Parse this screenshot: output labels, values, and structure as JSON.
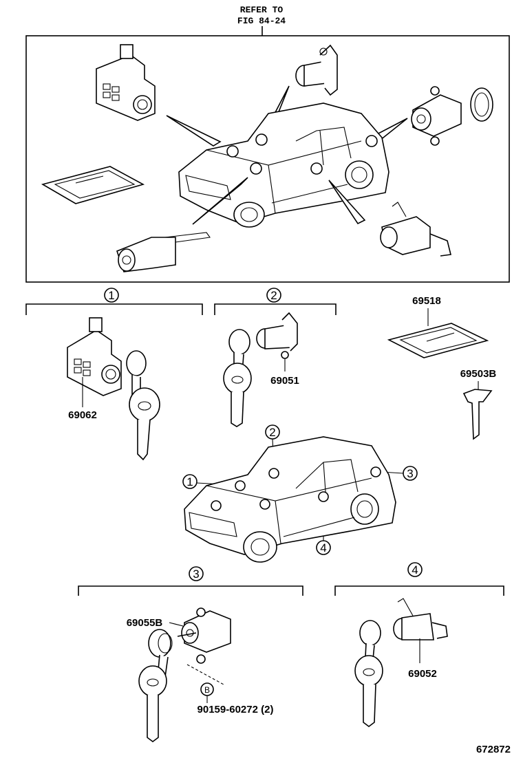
{
  "header": {
    "refer_line1": "REFER TO",
    "refer_line2": "FIG 84-24"
  },
  "groups": [
    {
      "num": "1"
    },
    {
      "num": "2"
    },
    {
      "num": "3"
    },
    {
      "num": "4"
    }
  ],
  "parts": {
    "ignition_lock": "69062",
    "door_lock_front": "69051",
    "key_plate": "69518",
    "blank_key": "69503B",
    "back_door_lock": "69055B",
    "screw": "90159-60272 (2)",
    "screw_ref": "B",
    "door_lock_rear": "69052"
  },
  "figure_id": "672872"
}
